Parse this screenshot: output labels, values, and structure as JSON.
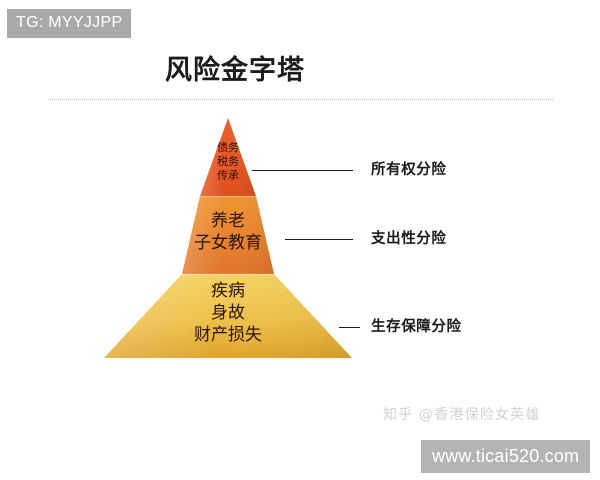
{
  "tag": {
    "label": "TG: MYYJJPP"
  },
  "header": {
    "title": "风险金字塔"
  },
  "pyramid": {
    "tiers": [
      {
        "id": "ownership",
        "lines": [
          "债务",
          "税务",
          "传承"
        ],
        "color_top": "#e8552a",
        "color_bottom": "#e0521f"
      },
      {
        "id": "expenditure",
        "lines": [
          "养老",
          "子女教育"
        ],
        "color_top": "#ef8d2e",
        "color_bottom": "#e2762a"
      },
      {
        "id": "survival",
        "lines": [
          "疾病",
          "身故",
          "财产损失"
        ],
        "color_top": "#f2cc55",
        "color_bottom": "#e0a62c"
      }
    ]
  },
  "categories": [
    {
      "id": "ownership",
      "label": "所有权分险"
    },
    {
      "id": "expenditure",
      "label": "支出性分险"
    },
    {
      "id": "survival",
      "label": "生存保障分险"
    }
  ],
  "watermarks": {
    "zhihu": "知乎 @香港保险女英雄",
    "url": "www.ticai520.com"
  },
  "colors": {
    "background": "#ffffff",
    "tag_background": "#a9a9a9",
    "url_background": "#b4b4b4",
    "title_text": "#1c1c1c",
    "leader_line": "#1d1d1d",
    "divider": "#c3c3c3"
  }
}
